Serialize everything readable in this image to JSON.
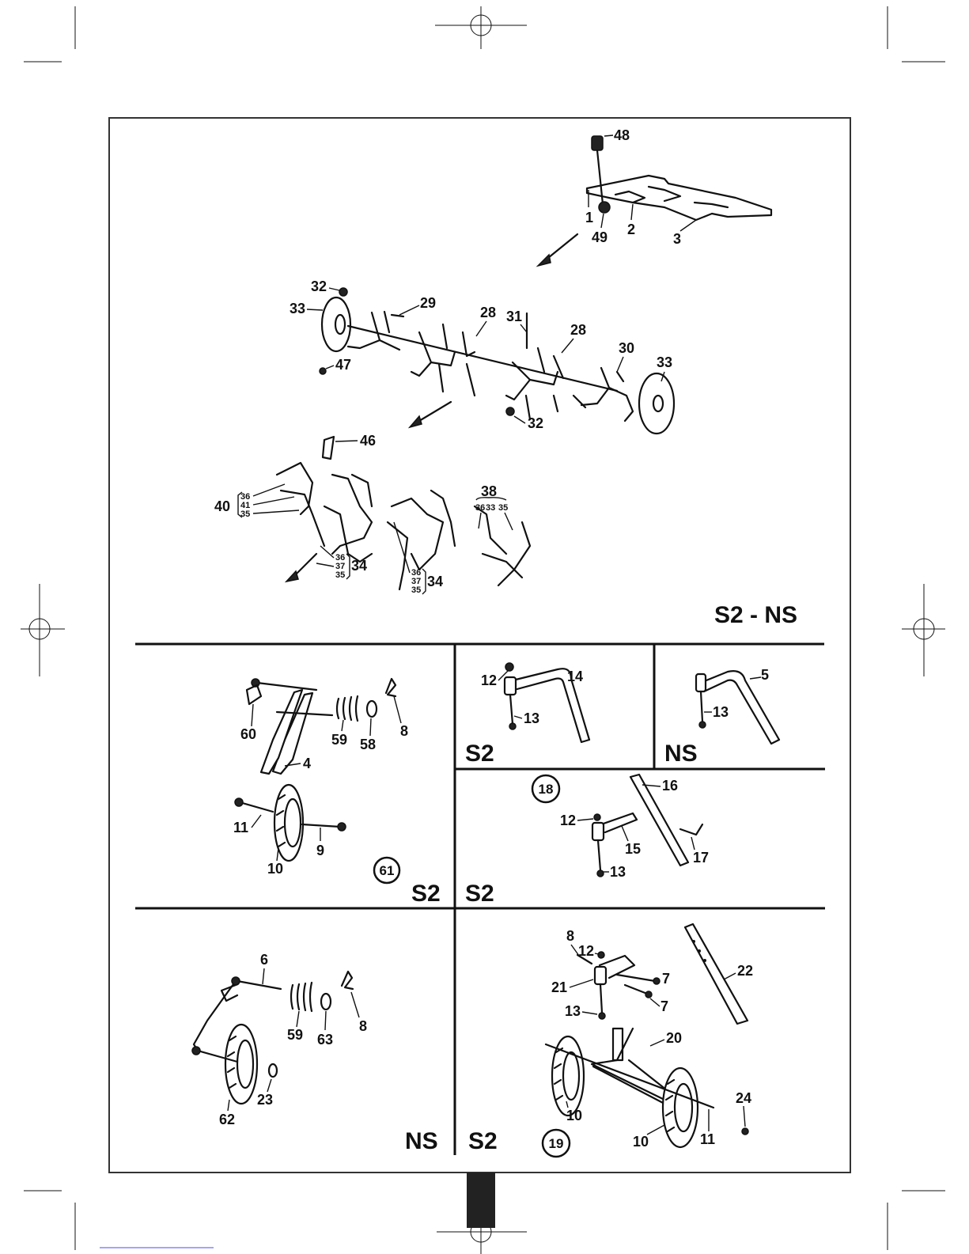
{
  "sections": {
    "top": {
      "code": "S2 - NS",
      "labels": {
        "p48": "48",
        "p1": "1",
        "p49": "49",
        "p2": "2",
        "p3": "3",
        "p32a": "32",
        "p33a": "33",
        "p29": "29",
        "p28a": "28",
        "p31": "31",
        "p28b": "28",
        "p30": "30",
        "p33b": "33",
        "p47": "47",
        "p32b": "32",
        "p46": "46",
        "p40": "40",
        "p40_36": "36",
        "p40_41": "41",
        "p40_35": "35",
        "p34a": "34",
        "p34a_36": "36",
        "p34a_37": "37",
        "p34a_35": "35",
        "p34b": "34",
        "p34b_36": "36",
        "p34b_37": "37",
        "p34b_35": "35",
        "p38": "38",
        "p38_36": "36",
        "p38_33": "33",
        "p38_35": "35"
      }
    },
    "mid_left": {
      "code": "S2",
      "circled": "61",
      "labels": {
        "p60": "60",
        "p59": "59",
        "p58": "58",
        "p8": "8",
        "p4": "4",
        "p11": "11",
        "p10": "10",
        "p9": "9"
      }
    },
    "mid_center": {
      "code": "S2",
      "labels": {
        "p12": "12",
        "p14": "14",
        "p13": "13"
      }
    },
    "mid_right": {
      "code": "NS",
      "labels": {
        "p5": "5",
        "p13": "13"
      }
    },
    "mid_lower_right": {
      "code": "S2",
      "circled": "18",
      "labels": {
        "p16": "16",
        "p12": "12",
        "p15": "15",
        "p17": "17",
        "p13": "13"
      }
    },
    "bottom_left": {
      "code": "NS",
      "labels": {
        "p6": "6",
        "p59": "59",
        "p63": "63",
        "p8": "8",
        "p23": "23",
        "p62": "62"
      }
    },
    "bottom_right": {
      "code": "S2",
      "circled": "19",
      "labels": {
        "p8": "8",
        "p12": "12",
        "p7a": "7",
        "p21": "21",
        "p7b": "7",
        "p22": "22",
        "p13": "13",
        "p20": "20",
        "p24": "24",
        "p10a": "10",
        "p10b": "10",
        "p11": "11"
      }
    }
  }
}
